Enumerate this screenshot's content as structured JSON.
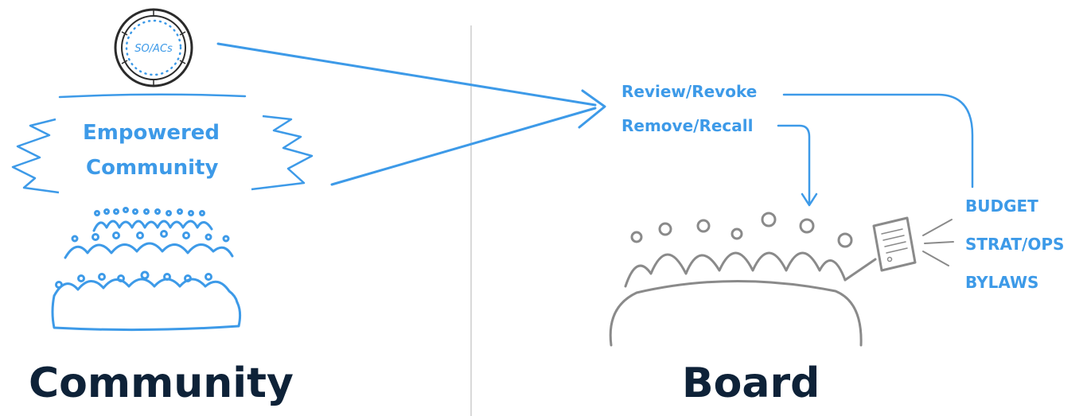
{
  "seal": {
    "text": "SO/ACs"
  },
  "community_group": {
    "line1": "Empowered",
    "line2": "Community"
  },
  "powers": {
    "review": "Review/Revoke",
    "remove": "Remove/Recall"
  },
  "documents": {
    "budget": "BUDGET",
    "strat_ops": "STRAT/OPS",
    "bylaws": "BYLAWS"
  },
  "titles": {
    "community": "Community",
    "board": "Board"
  },
  "colors": {
    "accent": "#3d9ae8",
    "title": "#0e2238",
    "sketch_gray": "#8a8a8a",
    "divider": "#d9d9d9"
  }
}
